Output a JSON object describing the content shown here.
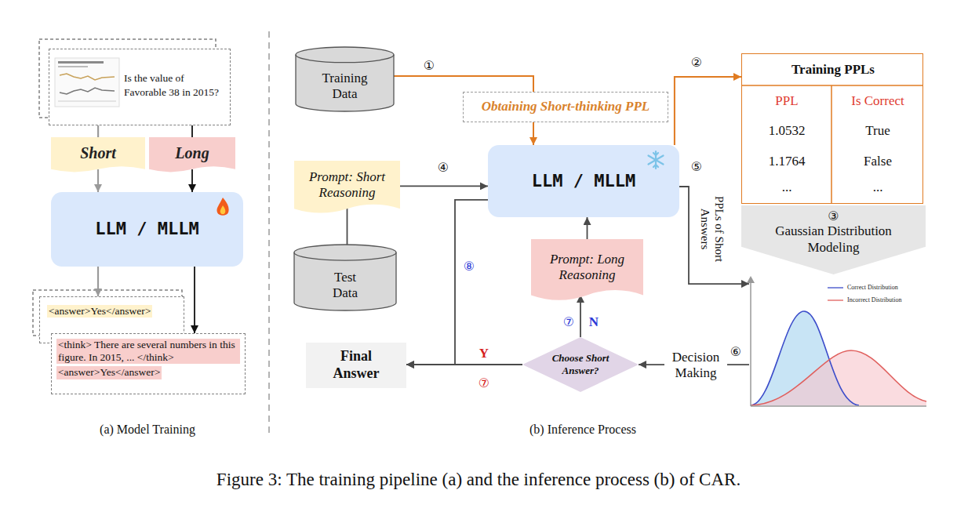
{
  "diagram": {
    "caption": "Figure 3: The training pipeline (a) and the inference process (b) of CAR.",
    "nodes": [
      {
        "text": [
          "Is the value of Favorable 38 in 2015?"
        ]
      },
      {
        "text": [
          "Short"
        ]
      },
      {
        "text": [
          "Long"
        ]
      },
      {
        "text": [
          "LLM / MLLM"
        ]
      },
      {
        "text": [
          "<answer>Yes</answer>"
        ]
      },
      {
        "text": [
          "<think> There are several numbers in this figure. In 2015, ... </think>",
          "<answer>Yes</answer>"
        ]
      },
      {
        "text": [
          "Training Data"
        ]
      },
      {
        "text": [
          "Obtaining Short-thinking PPL"
        ]
      },
      {
        "text": [
          "Training PPLs",
          "PPL",
          "Is Correct",
          "1.0532",
          "True",
          "1.1764",
          "False",
          "...",
          "..."
        ]
      },
      {
        "text": [
          "Prompt: Short Reasoning"
        ]
      },
      {
        "text": [
          "LLM / MLLM"
        ]
      },
      {
        "text": [
          "Test Data"
        ]
      },
      {
        "text": [
          "③",
          "Gaussian Distribution Modeling"
        ]
      },
      {
        "text": []
      },
      {
        "text": [
          "Prompt: Long Reasoning"
        ]
      },
      {
        "text": [
          "Final Answer"
        ]
      },
      {
        "text": [
          "Choose Short Answer?"
        ]
      }
    ],
    "edges": [
      {
        "from": 0,
        "to": 1,
        "arrow": "none"
      },
      {
        "from": 1,
        "to": 3,
        "arrow": "to"
      },
      {
        "from": 0,
        "to": 2,
        "arrow": "none"
      },
      {
        "from": 2,
        "to": 3,
        "arrow": "to"
      },
      {
        "from": 3,
        "to": 4,
        "arrow": "to"
      },
      {
        "from": 3,
        "to": 5,
        "arrow": "to"
      },
      {
        "from": 6,
        "to": 7,
        "label": "①",
        "arrow": "none"
      },
      {
        "from": 7,
        "to": 10,
        "arrow": "to"
      },
      {
        "from": 10,
        "to": 8,
        "label": "②",
        "arrow": "to"
      },
      {
        "from": 9,
        "to": 10,
        "label": "④",
        "arrow": "to"
      },
      {
        "from": 9,
        "to": 11,
        "arrow": "none"
      },
      {
        "from": 10,
        "to": 13,
        "label": "PPLs of Short Answers",
        "arrow": "to"
      },
      {
        "from": 13,
        "to": 16,
        "label": "Decision Making",
        "arrow": "to"
      },
      {
        "from": 16,
        "to": 15,
        "label": "Y",
        "arrow": "to"
      },
      {
        "from": 16,
        "to": 14,
        "label": "N",
        "arrow": "to"
      },
      {
        "from": 14,
        "to": 10,
        "arrow": "to"
      },
      {
        "from": 10,
        "to": 15,
        "label": "⑧",
        "arrow": "to"
      }
    ],
    "labels": [
      "⑤",
      "⑥",
      "⑦",
      "⑦",
      "(a) Model Training",
      "(b) Inference Process"
    ],
    "legend": [
      {
        "text": "Correct Distribution"
      },
      {
        "text": "Incorrect Distribution"
      }
    ]
  }
}
